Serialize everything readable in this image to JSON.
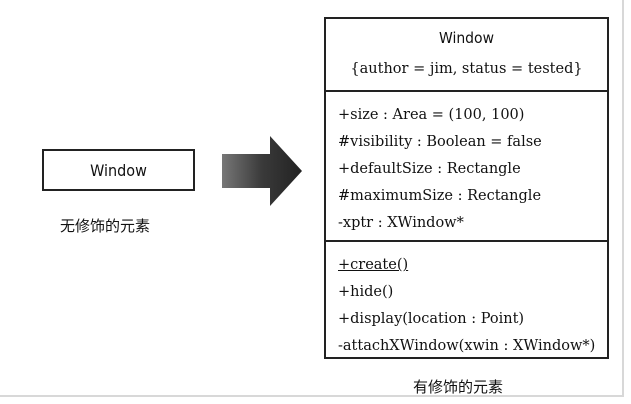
{
  "left_element": {
    "name": "Window",
    "caption": "无修饰的元素"
  },
  "right_element": {
    "name": "Window",
    "tagged_values": "{author = jim, status = tested}",
    "attributes": [
      "+size : Area = (100, 100)",
      "#visibility : Boolean = false",
      "+defaultSize : Rectangle",
      "#maximumSize : Rectangle",
      "-xptr : XWindow*"
    ],
    "operations": [
      "+create()",
      "+hide()",
      "+display(location : Point)",
      "-attachXWindow(xwin : XWindow*)"
    ],
    "caption": "有修饰的元素"
  },
  "colors": {
    "line": "#222222",
    "arrow": "#3a3a3a",
    "background": "#ffffff"
  },
  "icons": {
    "arrow": "right-arrow-icon"
  }
}
